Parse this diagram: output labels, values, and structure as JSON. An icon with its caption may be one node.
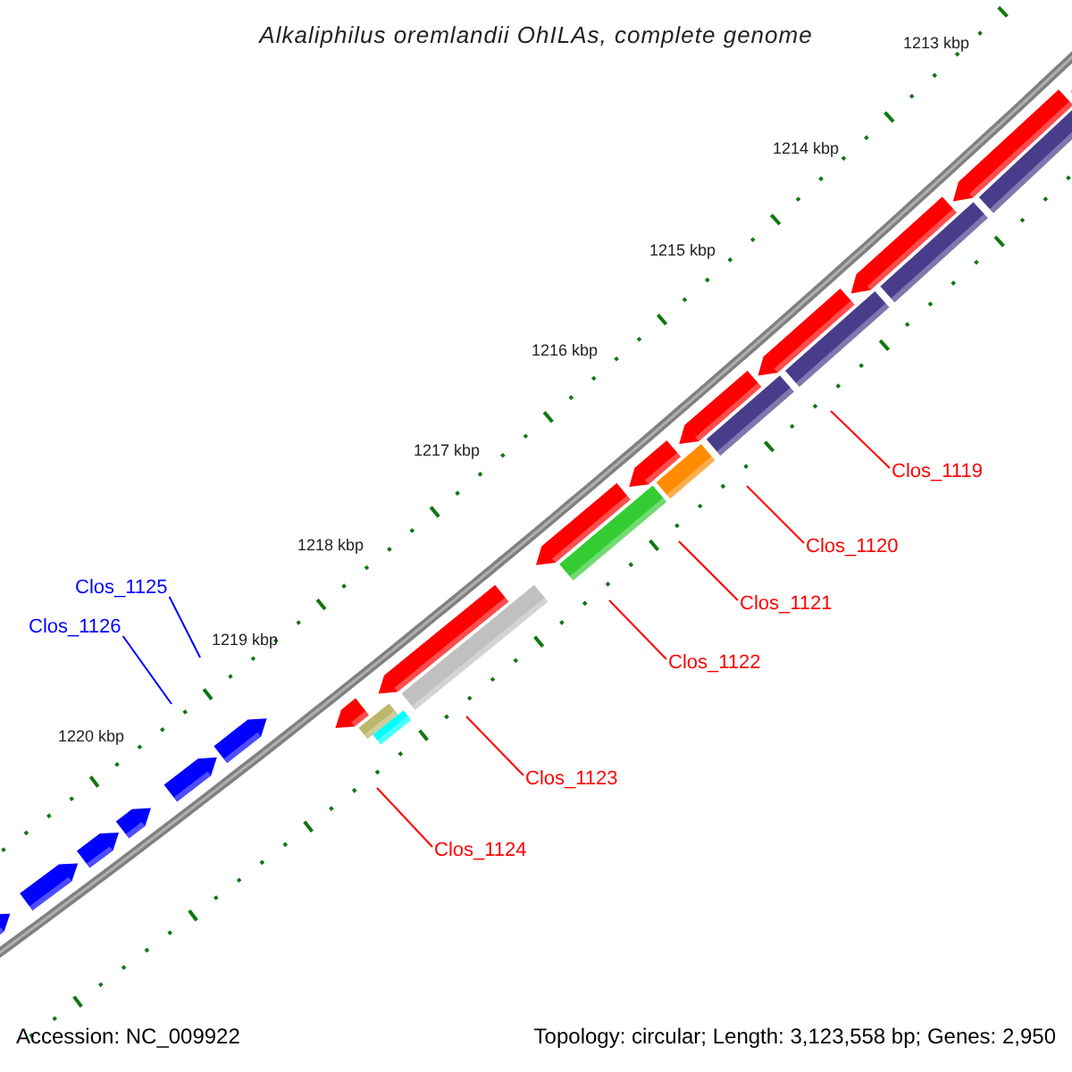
{
  "diagram": {
    "title": "Alkaliphilus oremlandii OhILAs, complete genome",
    "nodes": [
      {
        "text": [
          "Clos_1119"
        ]
      },
      {
        "text": [
          "Clos_1120"
        ]
      },
      {
        "text": [
          "Clos_1121"
        ]
      },
      {
        "text": [
          "Clos_1122"
        ]
      },
      {
        "text": [
          "Clos_1123"
        ]
      },
      {
        "text": [
          "Clos_1124"
        ]
      },
      {
        "text": [
          "Clos_1125"
        ]
      },
      {
        "text": [
          "Clos_1126"
        ]
      }
    ],
    "edges": [
      {
        "from": 0,
        "to": null,
        "arrow": "none"
      },
      {
        "from": 1,
        "to": null,
        "arrow": "none"
      },
      {
        "from": 2,
        "to": null,
        "arrow": "none"
      },
      {
        "from": 3,
        "to": null,
        "arrow": "none"
      },
      {
        "from": 4,
        "to": null,
        "arrow": "none"
      },
      {
        "from": 5,
        "to": null,
        "arrow": "none"
      },
      {
        "from": 6,
        "to": null,
        "arrow": "none",
        "color": "#0000ff"
      },
      {
        "from": 7,
        "to": null,
        "arrow": "none",
        "color": "#0000ff"
      }
    ],
    "labels": [
      "1213 kbp",
      "1214 kbp",
      "1215 kbp",
      "1216 kbp",
      "1217 kbp",
      "1218 kbp",
      "1219 kbp",
      "1220 kbp",
      "Accession: NC_009922",
      "Topology: circular; Length: 3,123,558 bp; Genes: 2,950"
    ]
  }
}
